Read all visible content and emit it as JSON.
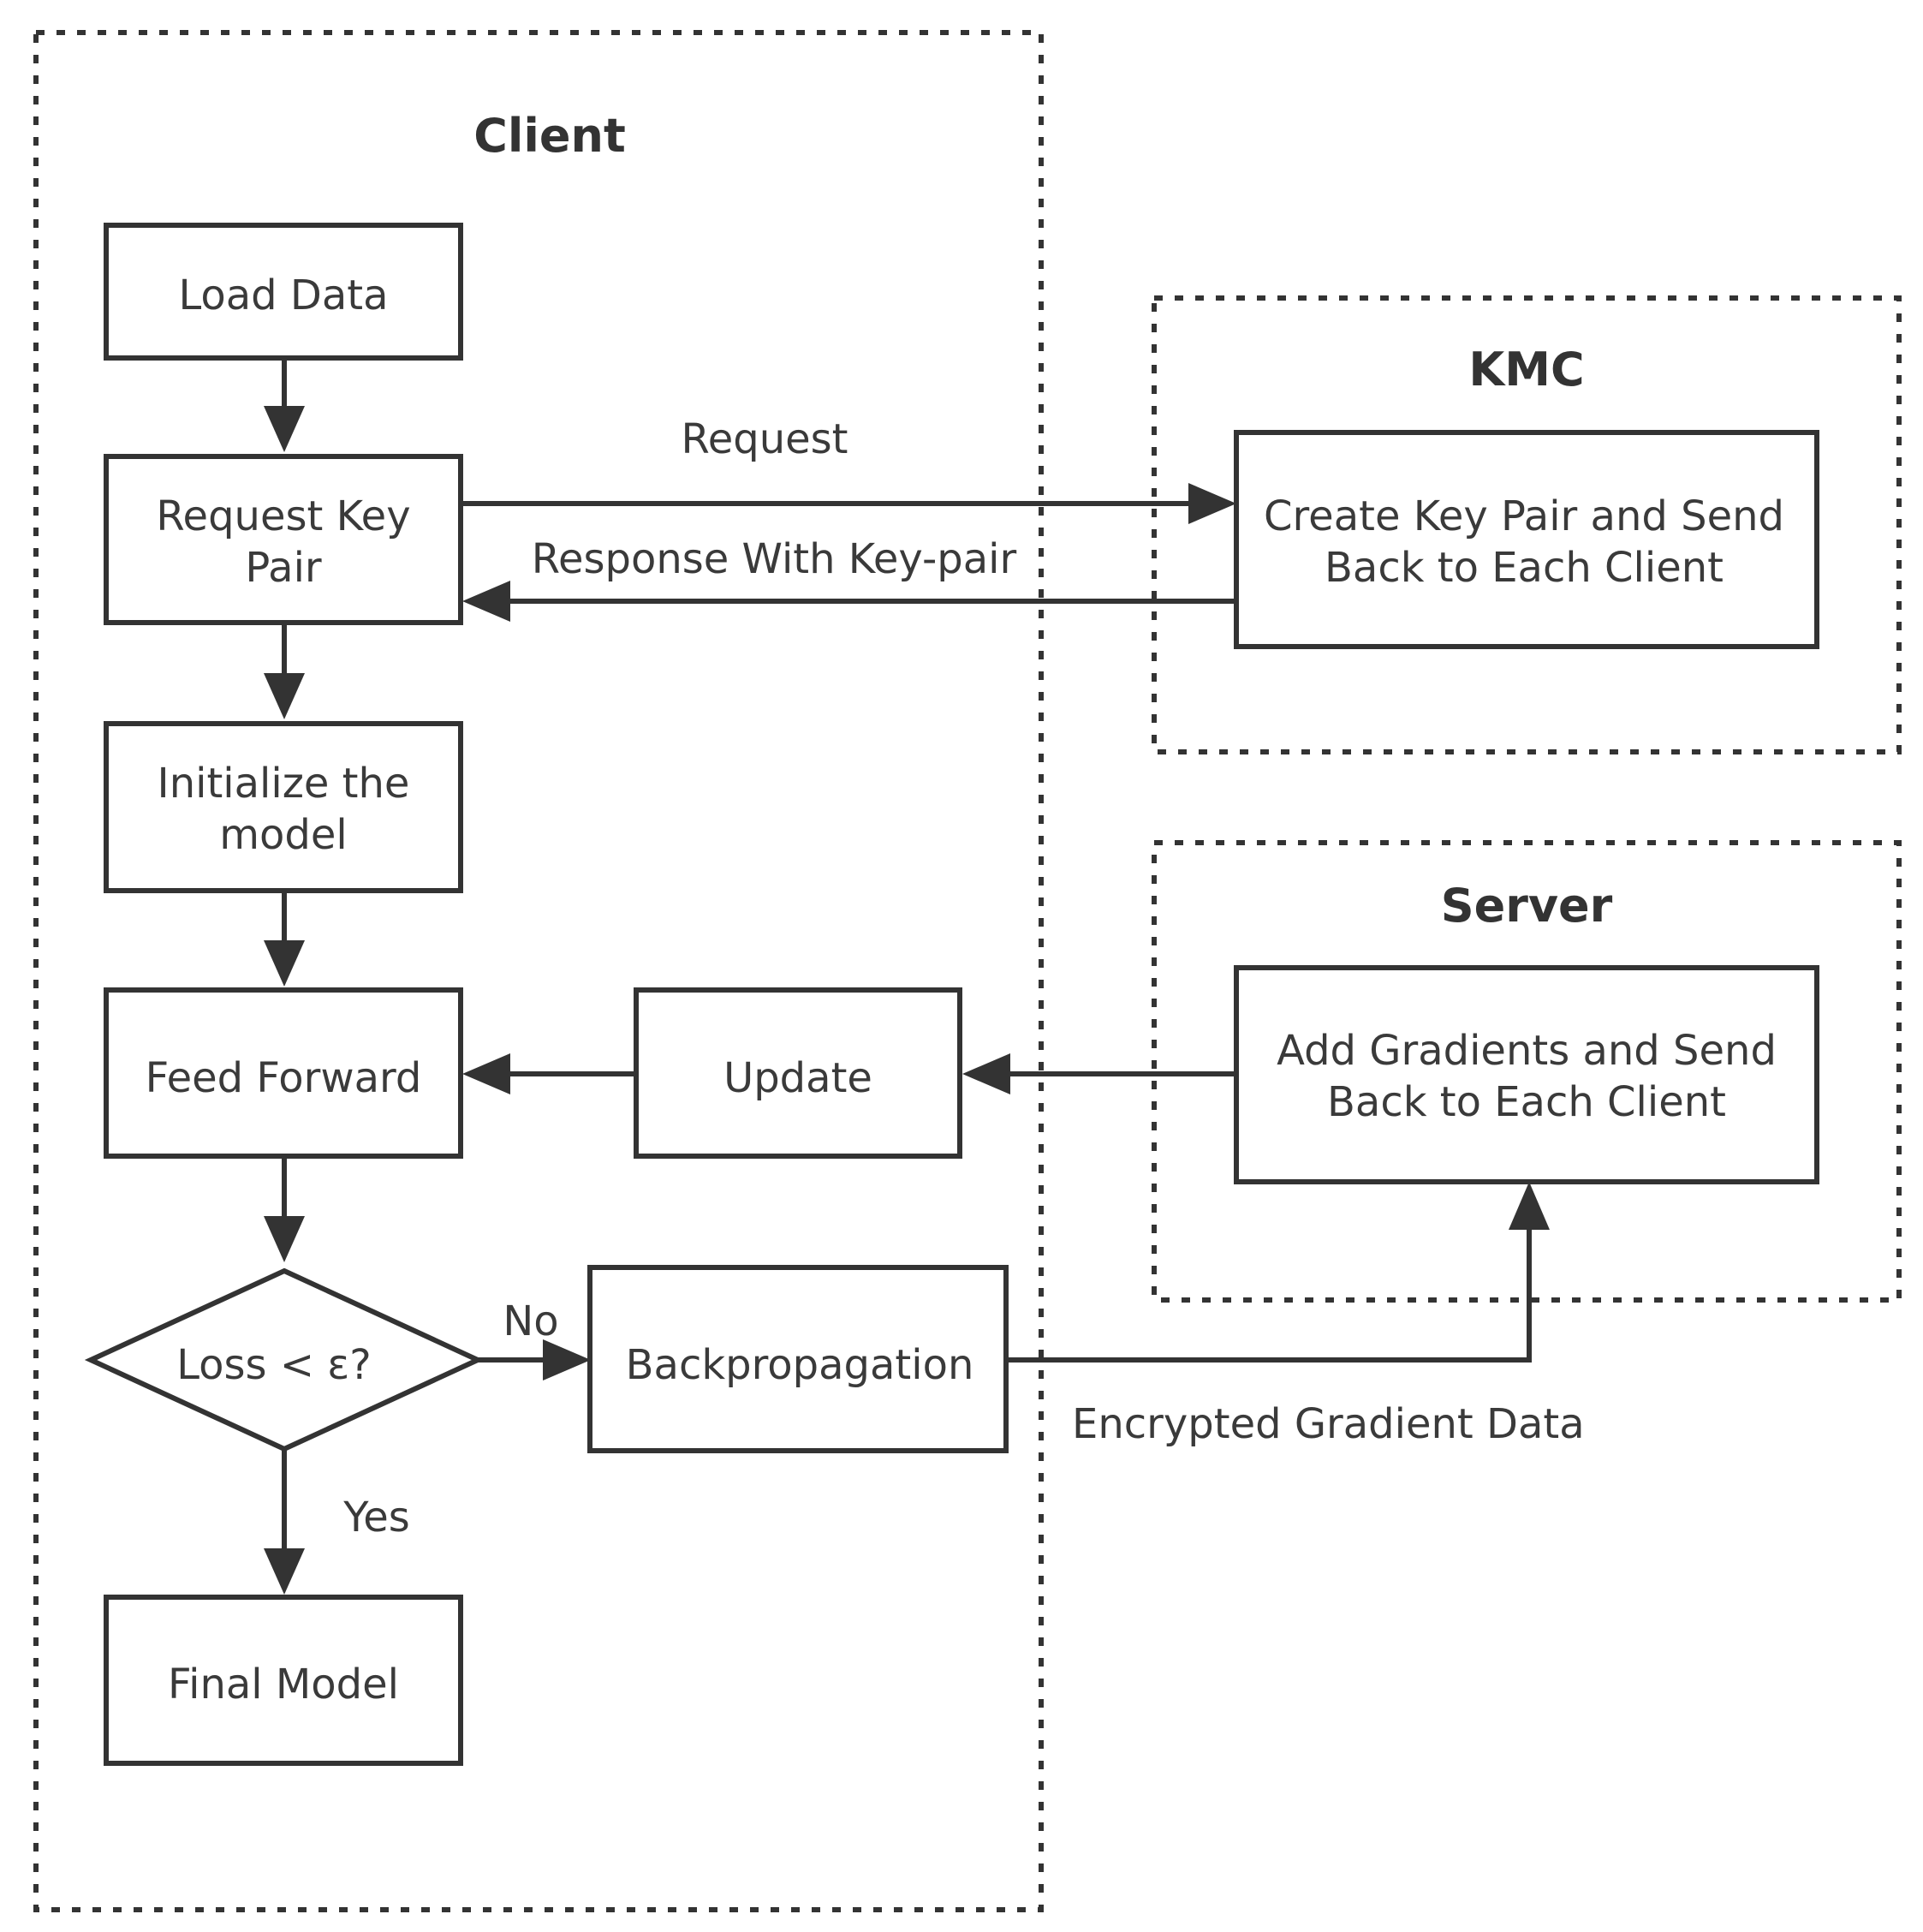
{
  "groups": {
    "client": {
      "title": "Client"
    },
    "kmc": {
      "title": "KMC"
    },
    "server": {
      "title": "Server"
    }
  },
  "nodes": {
    "load_data": {
      "lines": [
        "Load Data"
      ]
    },
    "request_key_pair": {
      "lines": [
        "Request Key",
        "Pair"
      ]
    },
    "initialize_model": {
      "lines": [
        "Initialize the",
        "model"
      ]
    },
    "feed_forward": {
      "lines": [
        "Feed Forward"
      ]
    },
    "loss_check": {
      "lines": [
        "Loss < ε?"
      ]
    },
    "final_model": {
      "lines": [
        "Final Model"
      ]
    },
    "update": {
      "lines": [
        "Update"
      ]
    },
    "backpropagation": {
      "lines": [
        "Backpropagation"
      ]
    },
    "create_key_pair": {
      "lines": [
        "Create Key Pair and Send",
        "Back to Each Client"
      ]
    },
    "add_gradients": {
      "lines": [
        "Add Gradients and Send",
        "Back to Each Client"
      ]
    }
  },
  "edges": {
    "request": "Request",
    "response": "Response With Key-pair",
    "no": "No",
    "yes": "Yes",
    "encrypted": "Encrypted Gradient Data"
  },
  "colors": {
    "stroke": "#333333",
    "text": "#3a3a3a",
    "background": "#ffffff"
  }
}
